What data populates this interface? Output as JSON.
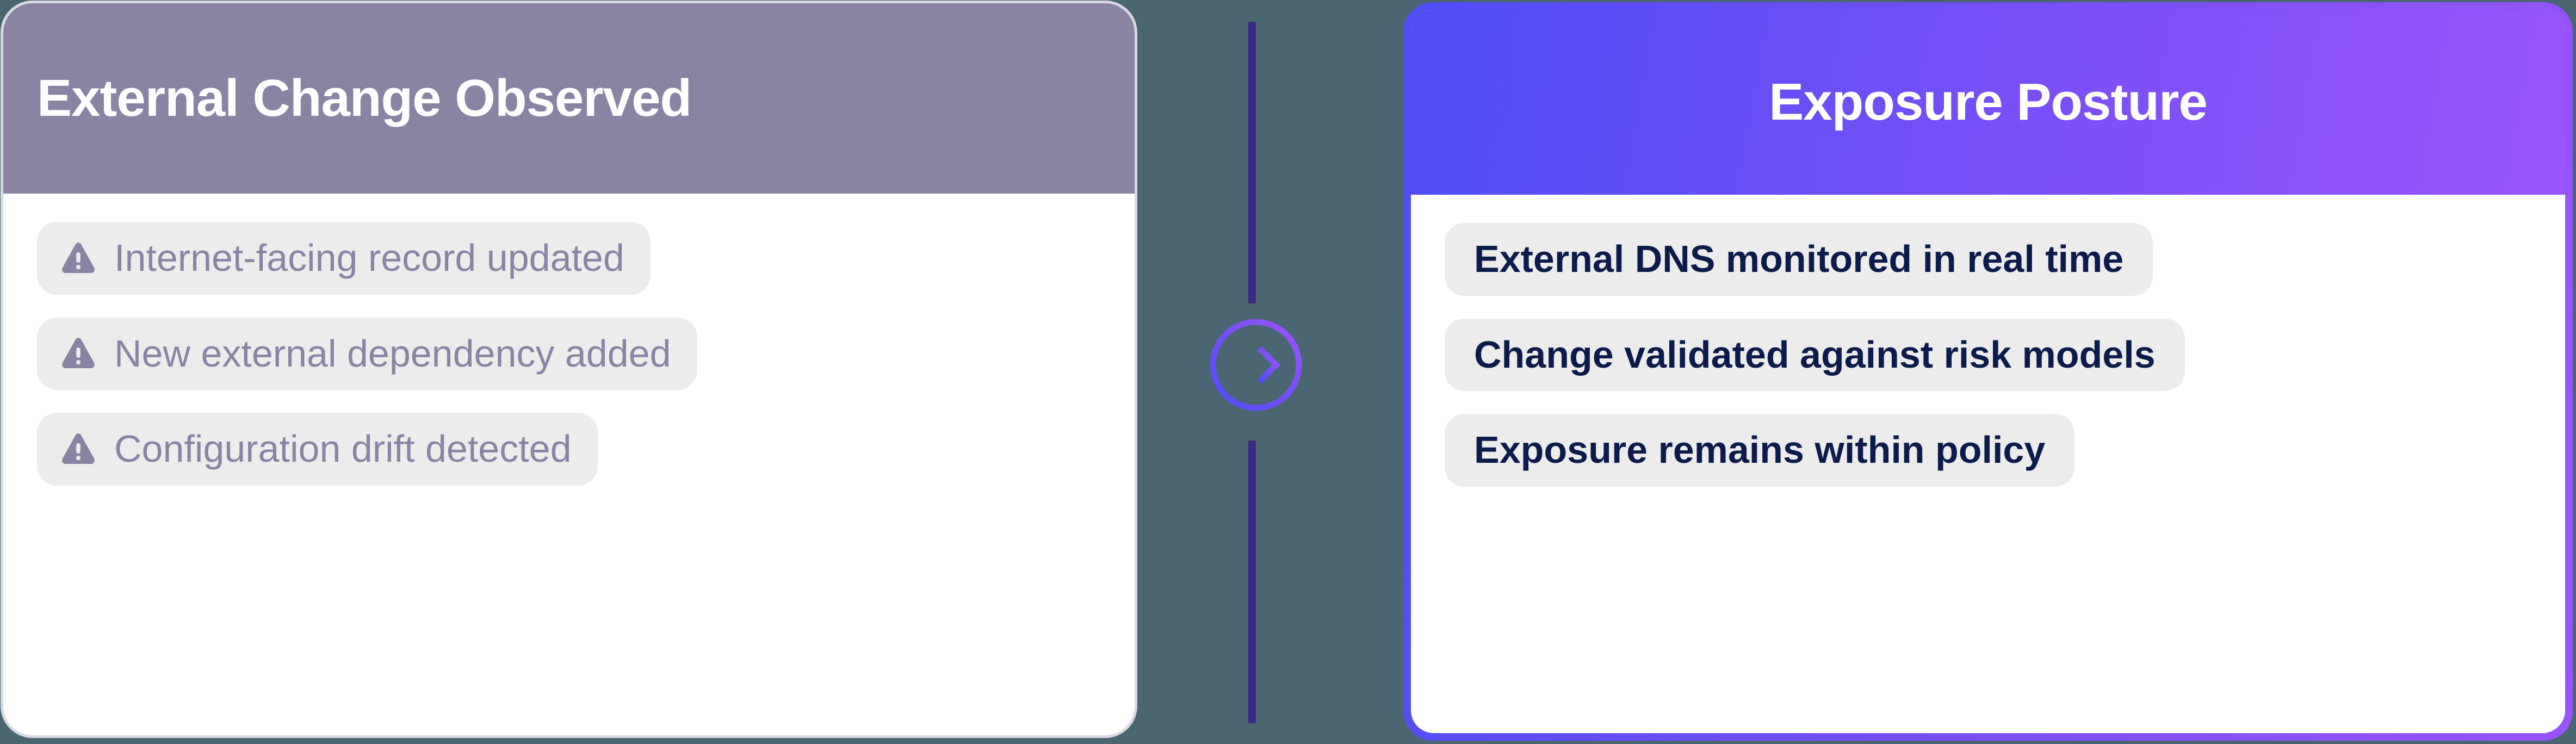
{
  "background_color": "#4a6670",
  "connector": {
    "name": "flow-connector",
    "line_color": "#3a2a86",
    "arrow_gradient_start": "#4f4ef5",
    "arrow_gradient_end": "#9a54f8",
    "arrow_icon": "arrow-right-circle-icon"
  },
  "left_card": {
    "title": "External Change Observed",
    "header_color": "#8a83a3",
    "accent_color": "#8a83a3",
    "pill_background": "#ececec",
    "items": [
      {
        "icon": "warning-triangle-icon",
        "label": "Internet-facing record updated"
      },
      {
        "icon": "warning-triangle-icon",
        "label": "New external dependency added"
      },
      {
        "icon": "warning-triangle-icon",
        "label": "Configuration drift detected"
      }
    ]
  },
  "right_card": {
    "title": "Exposure Posture",
    "header_gradient_start": "#4f4ef5",
    "header_gradient_end": "#9a54f8",
    "text_color": "#0d1b4c",
    "pill_background": "#ececec",
    "items": [
      {
        "label": "External DNS monitored in real time"
      },
      {
        "label": "Change validated against risk models"
      },
      {
        "label": "Exposure remains within policy"
      }
    ]
  }
}
